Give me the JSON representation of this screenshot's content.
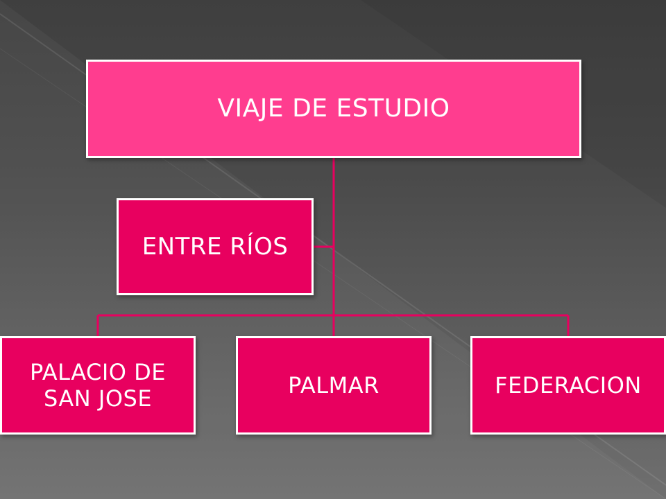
{
  "diagram": {
    "type": "org-chart",
    "root": {
      "label": "VIAJE DE ESTUDIO"
    },
    "assistant": {
      "label": "ENTRE RÍOS"
    },
    "children": [
      {
        "label": "PALACIO DE SAN JOSE"
      },
      {
        "label": "PALMAR"
      },
      {
        "label": "FEDERACION"
      }
    ]
  },
  "colors": {
    "root_fill": "#ff3d8f",
    "node_fill": "#e8005f",
    "connector": "#e8005f",
    "border": "#ffffff",
    "background": "#4a4a4a"
  }
}
